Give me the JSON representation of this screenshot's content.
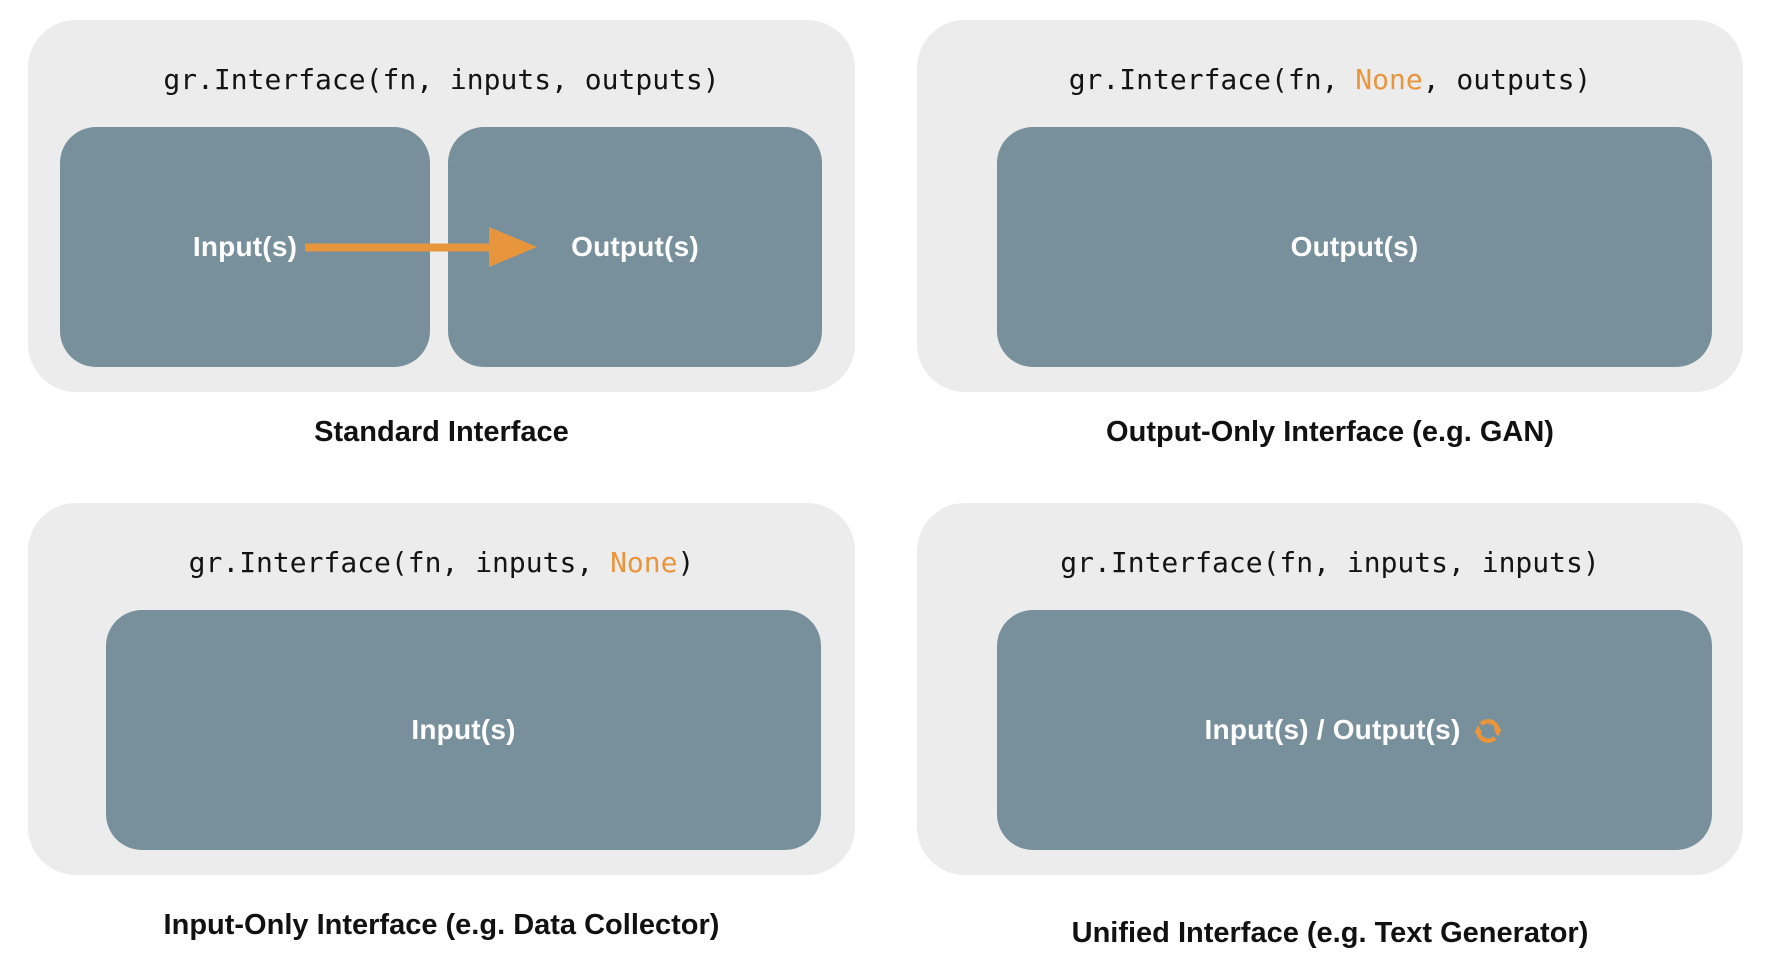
{
  "colors": {
    "panel_bg": "#ECECEC",
    "box_bg": "#78909C",
    "accent_orange": "#E8963E",
    "code_text": "#141414",
    "caption_text": "#111111",
    "box_label_text": "#FFFFFF",
    "page_bg": "#FFFFFF"
  },
  "icons": {
    "flow_arrow": "arrow-right-icon",
    "unified_loop": "sync-icon"
  },
  "panels": {
    "standard": {
      "code": {
        "pre": "gr.Interface(fn, inputs, outputs)",
        "hl": "",
        "post": ""
      },
      "input_box_label": "Input(s)",
      "output_box_label": "Output(s)",
      "caption": "Standard Interface"
    },
    "output_only": {
      "code": {
        "pre": "gr.Interface(fn, ",
        "hl": "None",
        "post": ", outputs)"
      },
      "box_label": "Output(s)",
      "caption": "Output-Only Interface (e.g. GAN)"
    },
    "input_only": {
      "code": {
        "pre": "gr.Interface(fn, inputs, ",
        "hl": "None",
        "post": ")"
      },
      "box_label": "Input(s)",
      "caption": "Input-Only Interface (e.g. Data Collector)"
    },
    "unified": {
      "code": {
        "pre": "gr.Interface(fn, inputs, inputs)",
        "hl": "",
        "post": ""
      },
      "box_label": "Input(s) / Output(s)",
      "caption": "Unified Interface (e.g. Text Generator)"
    }
  }
}
